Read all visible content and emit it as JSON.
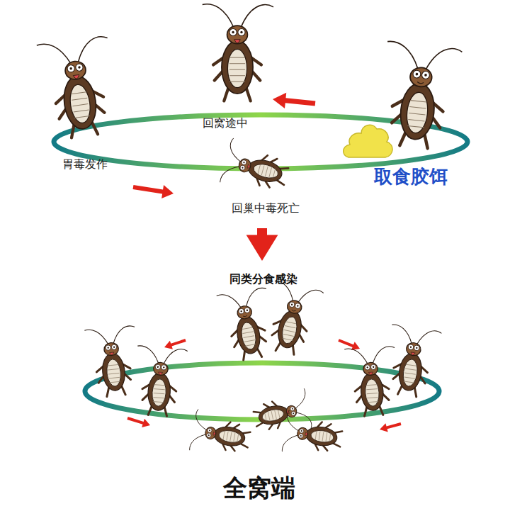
{
  "diagram": {
    "labels": [
      "回窝途中",
      "胃毒发作",
      "取食胶饵",
      "回巢中毒死亡",
      "同类分食感染",
      "全窝端"
    ]
  }
}
